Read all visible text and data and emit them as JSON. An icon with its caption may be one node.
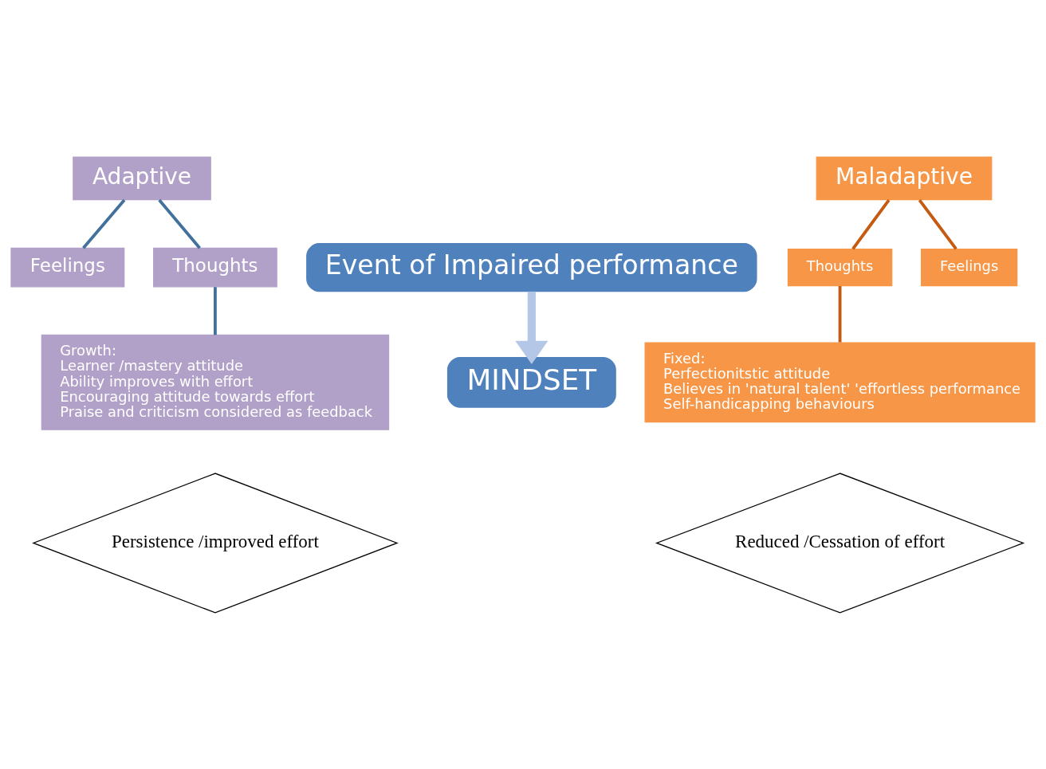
{
  "diagram": {
    "nodes": [
      {
        "text": [
          "Adaptive"
        ]
      },
      {
        "text": [
          "Event of Impaired performance"
        ]
      },
      {
        "text": [
          "Maladaptive"
        ]
      },
      {
        "text": [
          "Feelings"
        ]
      },
      {
        "text": [
          "Thoughts"
        ]
      },
      {
        "text": [
          "Thoughts"
        ]
      },
      {
        "text": [
          "Feelings"
        ]
      },
      {
        "text": [
          "Growth:",
          "Learner /mastery attitude",
          "Ability improves with effort",
          "Encouraging attitude towards effort",
          "Praise and criticism considered as feedback"
        ]
      },
      {
        "text": [
          "MINDSET"
        ]
      },
      {
        "text": [
          "Fixed:",
          "Perfectionitstic attitude",
          "Believes in 'natural talent' 'effortless performance",
          "Self-handicapping behaviours"
        ]
      },
      {
        "text": [
          "Persistence /improved effort"
        ]
      },
      {
        "text": [
          "Reduced /Cessation of effort"
        ]
      }
    ],
    "edges": [
      {
        "from": 0,
        "to": 3,
        "arrow": "none",
        "color": "#41719c"
      },
      {
        "from": 0,
        "to": 4,
        "arrow": "none",
        "color": "#41719c"
      },
      {
        "from": 2,
        "to": 5,
        "arrow": "none",
        "color": "#c55a11"
      },
      {
        "from": 2,
        "to": 6,
        "arrow": "none",
        "color": "#c55a11"
      },
      {
        "from": 4,
        "to": 7,
        "arrow": "none",
        "color": "#41719c"
      },
      {
        "from": 5,
        "to": 9,
        "arrow": "none",
        "color": "#c55a11"
      },
      {
        "from": 1,
        "to": 8,
        "arrow": "to",
        "style": "thick",
        "color": "#b4c7e7"
      }
    ]
  }
}
